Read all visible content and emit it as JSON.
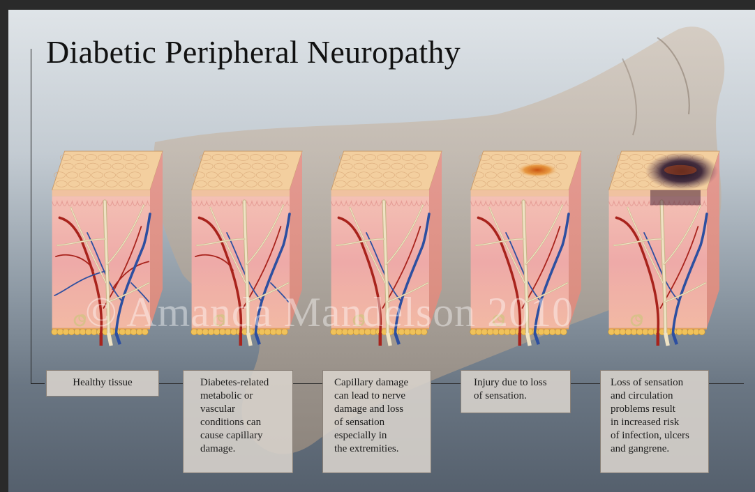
{
  "title": "Diabetic Peripheral Neuropathy",
  "watermark": "© Amanda Mandelson 2010",
  "stages": [
    {
      "caption": "Healthy tissue",
      "injury": "none"
    },
    {
      "caption": "Diabetes-related\nmetabolic or\nvascular\nconditions can\ncause capillary\ndamage.",
      "injury": "none"
    },
    {
      "caption": "Capillary damage\ncan lead to nerve\ndamage and loss\nof sensation\nespecially in\nthe extremities.",
      "injury": "none"
    },
    {
      "caption": "Injury due to loss\nof sensation.",
      "injury": "burn"
    },
    {
      "caption": "Loss of sensation\nand circulation\nproblems result\nin increased risk\nof infection, ulcers\nand gangrene.",
      "injury": "gangrene"
    }
  ],
  "colors": {
    "skin_top": "#f3cf9f",
    "dermis": "#eeaaa8",
    "artery": "#a8231c",
    "vein": "#2d4fa0",
    "nerve": "#efe3c4",
    "fat": "#f0c25a"
  }
}
